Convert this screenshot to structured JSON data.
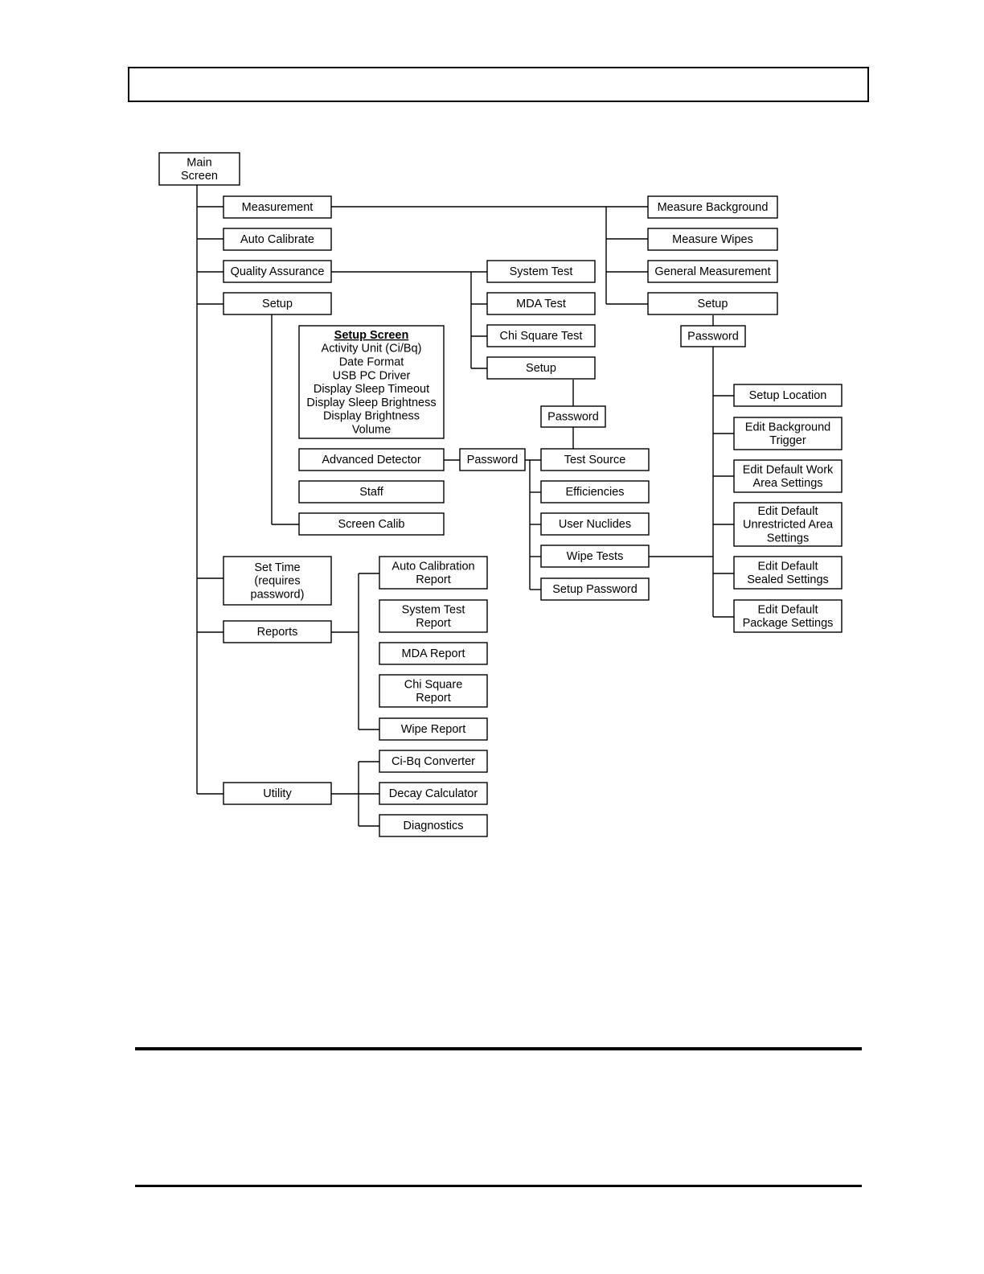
{
  "diagram": {
    "nodes": [
      {
        "id": "main",
        "label": [
          "Main",
          "Screen"
        ]
      },
      {
        "id": "measurement",
        "label": [
          "Measurement"
        ]
      },
      {
        "id": "auto-calibrate",
        "label": [
          "Auto Calibrate"
        ]
      },
      {
        "id": "quality-assurance",
        "label": [
          "Quality Assurance"
        ]
      },
      {
        "id": "setup-main",
        "label": [
          "Setup"
        ]
      },
      {
        "id": "setup-screen",
        "title": "Setup Screen",
        "label": [
          "Activity Unit (Ci/Bq)",
          "Date Format",
          "USB PC Driver",
          "Display Sleep Timeout",
          "Display Sleep Brightness",
          "Display Brightness",
          "Volume"
        ]
      },
      {
        "id": "advanced-detector",
        "label": [
          "Advanced Detector"
        ]
      },
      {
        "id": "staff",
        "label": [
          "Staff"
        ]
      },
      {
        "id": "screen-calib",
        "label": [
          "Screen Calib"
        ]
      },
      {
        "id": "set-time",
        "label": [
          "Set Time",
          "(requires",
          "password)"
        ]
      },
      {
        "id": "reports",
        "label": [
          "Reports"
        ]
      },
      {
        "id": "utility",
        "label": [
          "Utility"
        ]
      },
      {
        "id": "system-test",
        "label": [
          "System Test"
        ]
      },
      {
        "id": "mda-test",
        "label": [
          "MDA Test"
        ]
      },
      {
        "id": "chi-square-test",
        "label": [
          "Chi Square Test"
        ]
      },
      {
        "id": "setup-qa",
        "label": [
          "Setup"
        ]
      },
      {
        "id": "password-qa",
        "label": [
          "Password"
        ]
      },
      {
        "id": "password-adv",
        "label": [
          "Password"
        ]
      },
      {
        "id": "test-source",
        "label": [
          "Test Source"
        ]
      },
      {
        "id": "efficiencies",
        "label": [
          "Efficiencies"
        ]
      },
      {
        "id": "user-nuclides",
        "label": [
          "User Nuclides"
        ]
      },
      {
        "id": "wipe-tests",
        "label": [
          "Wipe Tests"
        ]
      },
      {
        "id": "setup-password",
        "label": [
          "Setup Password"
        ]
      },
      {
        "id": "auto-cal-report",
        "label": [
          "Auto Calibration",
          "Report"
        ]
      },
      {
        "id": "system-test-report",
        "label": [
          "System Test",
          "Report"
        ]
      },
      {
        "id": "mda-report",
        "label": [
          "MDA Report"
        ]
      },
      {
        "id": "chi-square-report",
        "label": [
          "Chi Square",
          "Report"
        ]
      },
      {
        "id": "wipe-report",
        "label": [
          "Wipe Report"
        ]
      },
      {
        "id": "ci-bq-converter",
        "label": [
          "Ci-Bq Converter"
        ]
      },
      {
        "id": "decay-calculator",
        "label": [
          "Decay Calculator"
        ]
      },
      {
        "id": "diagnostics",
        "label": [
          "Diagnostics"
        ]
      },
      {
        "id": "measure-background",
        "label": [
          "Measure Background"
        ]
      },
      {
        "id": "measure-wipes",
        "label": [
          "Measure Wipes"
        ]
      },
      {
        "id": "general-measurement",
        "label": [
          "General Measurement"
        ]
      },
      {
        "id": "setup-meas",
        "label": [
          "Setup"
        ]
      },
      {
        "id": "password-meas",
        "label": [
          "Password"
        ]
      },
      {
        "id": "setup-location",
        "label": [
          "Setup Location"
        ]
      },
      {
        "id": "edit-bg-trigger",
        "label": [
          "Edit Background",
          "Trigger"
        ]
      },
      {
        "id": "edit-work-area",
        "label": [
          "Edit Default Work",
          "Area Settings"
        ]
      },
      {
        "id": "edit-unrestricted",
        "label": [
          "Edit Default",
          "Unrestricted Area",
          "Settings"
        ]
      },
      {
        "id": "edit-sealed",
        "label": [
          "Edit Default",
          "Sealed Settings"
        ]
      },
      {
        "id": "edit-package",
        "label": [
          "Edit Default",
          "Package Settings"
        ]
      }
    ]
  }
}
